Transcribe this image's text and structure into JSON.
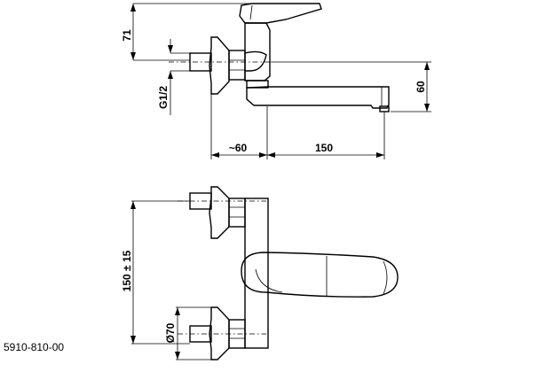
{
  "drawing": {
    "product_code": "5910-810-00",
    "dimensions": {
      "height_lever": "71",
      "thread": "G1/2",
      "spout_height": "60",
      "wall_offset": "~60",
      "spout_reach": "150",
      "inlet_spacing": "150 ± 15",
      "escutcheon_diameter": "Ø70"
    }
  }
}
